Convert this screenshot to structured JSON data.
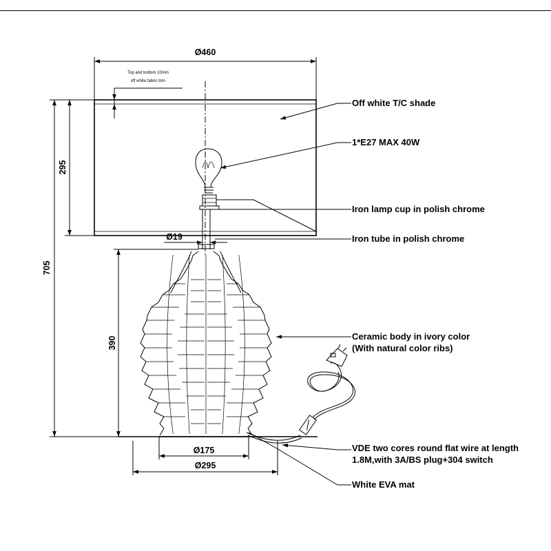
{
  "dimensions": {
    "shade_diameter": "Ø460",
    "shade_fabric_note_line1": "Top and bottom 10mm",
    "shade_fabric_note_line2": "off white fabric trim",
    "shade_height": "295",
    "total_height": "705",
    "body_height": "390",
    "tube_diameter": "Ø19",
    "foot_diameter": "Ø175",
    "base_diameter": "Ø295"
  },
  "callouts": {
    "shade": "Off white T/C shade",
    "bulb": "1*E27 MAX 40W",
    "lamp_cup": "Iron lamp cup in polish chrome",
    "tube": "Iron tube in polish chrome",
    "body_line1": "Ceramic body in ivory color",
    "body_line2": "(With natural color ribs)",
    "wire_line1": "VDE two cores round flat wire at length",
    "wire_line2": "1.8M,with 3A/BS plug+304 switch",
    "mat": "White EVA mat"
  }
}
